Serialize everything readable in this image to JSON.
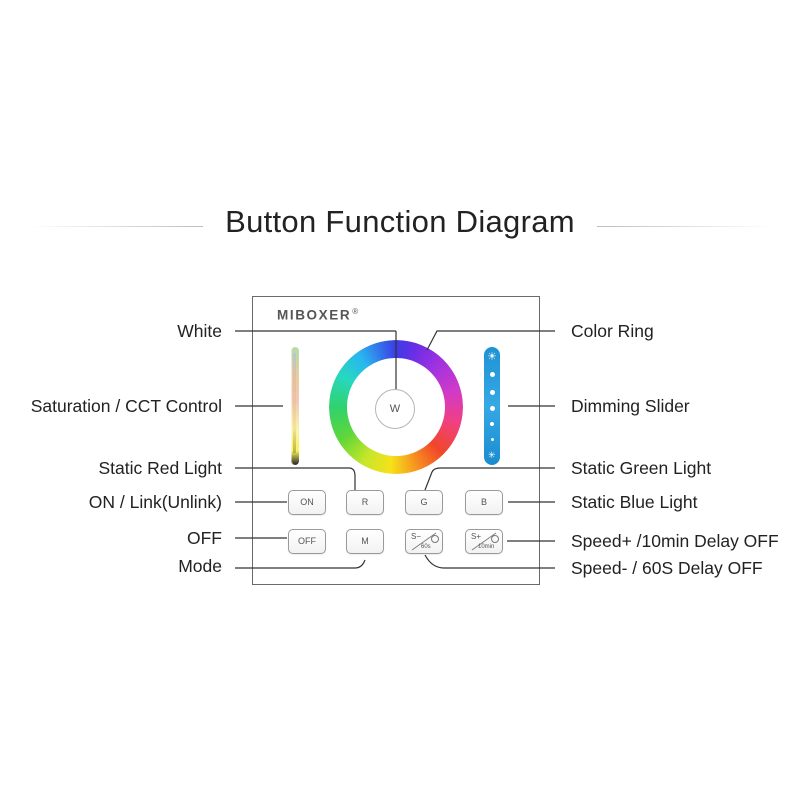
{
  "title": "Button Function Diagram",
  "brand": {
    "name": "MIBOXER",
    "reg": "®"
  },
  "labels": {
    "white": "White",
    "saturation": "Saturation / CCT Control",
    "static_red": "Static Red Light",
    "on_link": "ON / Link(Unlink)",
    "off": "OFF",
    "mode": "Mode",
    "color_ring": "Color Ring",
    "dimming": "Dimming Slider",
    "static_green": "Static Green Light",
    "static_blue": "Static Blue Light",
    "speed_plus": "Speed+ /10min Delay OFF",
    "speed_minus": "Speed- / 60S Delay OFF"
  },
  "buttons": {
    "w": "W",
    "on": "ON",
    "r": "R",
    "g": "G",
    "b": "B",
    "off": "OFF",
    "m": "M",
    "s_minus": "S−",
    "s_minus_sub": "60s",
    "s_plus": "S+",
    "s_plus_sub": "10min"
  },
  "colors": {
    "accent_blue": "#1e92d4",
    "panel_border": "#6a6a6a",
    "leader_line": "#333333"
  }
}
